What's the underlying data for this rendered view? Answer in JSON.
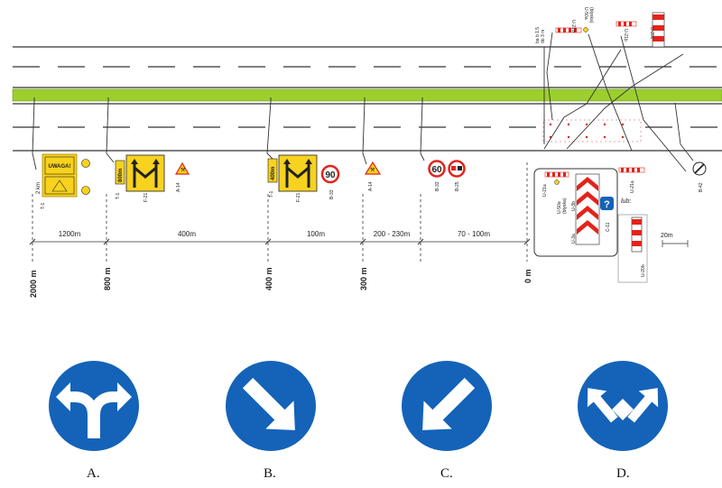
{
  "signs": {
    "uwaga": "UWAGA!",
    "dist_2km": "2 km",
    "t1": "T-1",
    "dist_800m": "800m",
    "dist_400m": "400m",
    "f21": "F-21",
    "a14": "A-14",
    "b33": "B-33",
    "b25": "B-25",
    "limit_90": "90",
    "limit_60": "60",
    "u21a": "U-21a",
    "u21b": "U-21b",
    "u20c": "U-20c",
    "u20b": "U-20b",
    "u3a": "U-3a",
    "u3b": "U-3b",
    "c11": "C-11",
    "u50a": "U-50a",
    "blyska": "(błyska)",
    "b42": "B-42",
    "lub": "lub:",
    "ba_note": "ba b 1.5",
    "gap_note": "do 3 m"
  },
  "segments": [
    "1200m",
    "400m",
    "100m",
    "200 - 230m",
    "70 - 100m"
  ],
  "width_20m": "20m",
  "distances": [
    "2000 m",
    "800 m",
    "400 m",
    "300 m",
    "0 m"
  ],
  "options": [
    "A.",
    "B.",
    "C.",
    "D."
  ],
  "colors": {
    "blue": "#1463b8",
    "green": "#9ccf2e",
    "yellow": "#f7d21e",
    "red": "#e3231b"
  }
}
